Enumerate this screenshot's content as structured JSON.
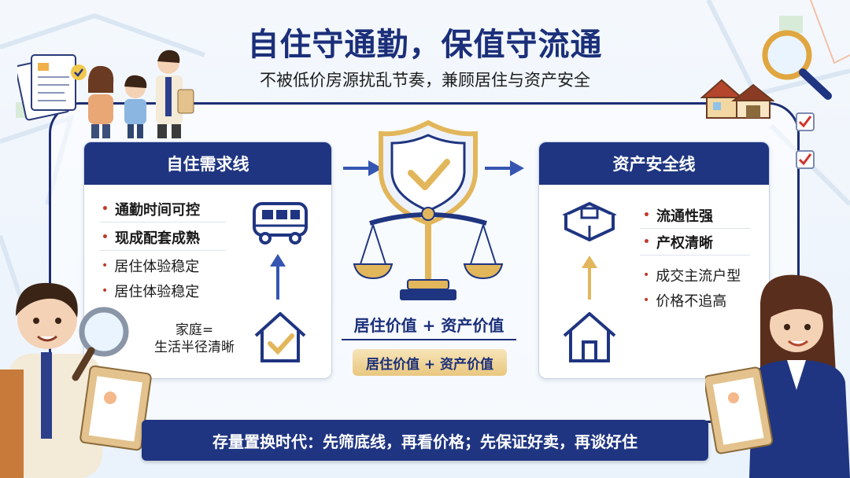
{
  "header": {
    "title": "自住守通勤，保值守流通",
    "subtitle": "不被低价房源扰乱节奏，兼顾居住与资产安全"
  },
  "left_panel": {
    "title": "自住需求线",
    "items": [
      "通勤时间可控",
      "现成配套成熟",
      "居住体验稳定",
      "居住体验稳定"
    ],
    "family_text_line1": "家庭=",
    "family_text_line2": "生活半径清晰"
  },
  "center": {
    "label": "居住价值 + 资产价值",
    "pill": "居住价值 + 资产价值"
  },
  "right_panel": {
    "title": "资产安全线",
    "items": [
      "流通性强",
      "产权清晰",
      "成交主流户型",
      "价格不追高"
    ]
  },
  "banner": {
    "text": "存量置换时代：先筛底线，再看价格；先保证好卖，再谈好住"
  },
  "colors": {
    "navy": "#1f3581",
    "gold": "#e2b65a",
    "red_dot": "#c0392b"
  },
  "icons": [
    "document-icon",
    "check-icon",
    "family-illustration",
    "house-illustration",
    "magnifier-icon",
    "checkbox-icon",
    "shield-check-icon",
    "scale-icon",
    "bus-icon",
    "home-check-icon",
    "arrow-right-icon",
    "arrow-up-icon",
    "property-certificate-icon",
    "house-icon",
    "man-with-magnifier-illustration",
    "woman-with-clipboard-illustration"
  ]
}
